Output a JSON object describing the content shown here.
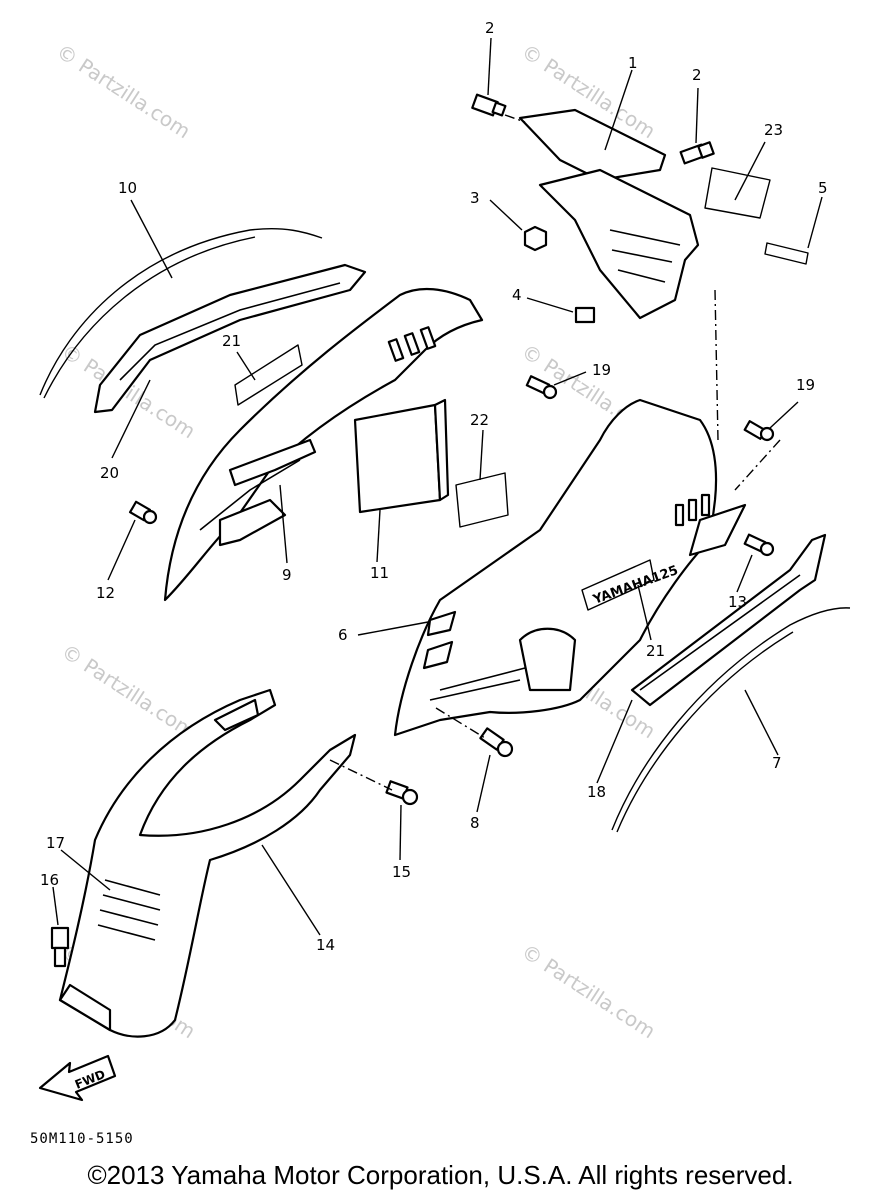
{
  "watermark": "© Partzilla.com",
  "diagram_code": "50M110-5150",
  "fwd_label": "FWD",
  "copyright": "©2013 Yamaha Motor Corporation, U.S.A. All rights reserved.",
  "badge_text": "YAMAHA125",
  "callouts": [
    "2",
    "1",
    "2",
    "23",
    "5",
    "3",
    "4",
    "10",
    "21",
    "19",
    "20",
    "19",
    "22",
    "12",
    "9",
    "11",
    "6",
    "21",
    "13",
    "7",
    "18",
    "8",
    "15",
    "17",
    "16",
    "14"
  ]
}
